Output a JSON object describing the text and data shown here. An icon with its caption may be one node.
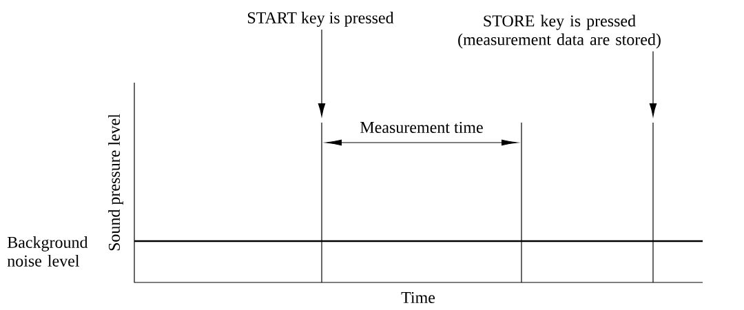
{
  "diagram": {
    "nodes": [
      {
        "text": [
          "START key is pressed"
        ]
      },
      {
        "text": [
          "STORE key is pressed (measurement data are stored)"
        ]
      }
    ],
    "edges": [
      {
        "from": 0,
        "to": null,
        "arrow": "to"
      },
      {
        "from": 1,
        "to": null,
        "arrow": "to"
      }
    ],
    "labels": [
      "Sound pressure level",
      "Measurement time",
      "Background noise level",
      "Time"
    ]
  }
}
